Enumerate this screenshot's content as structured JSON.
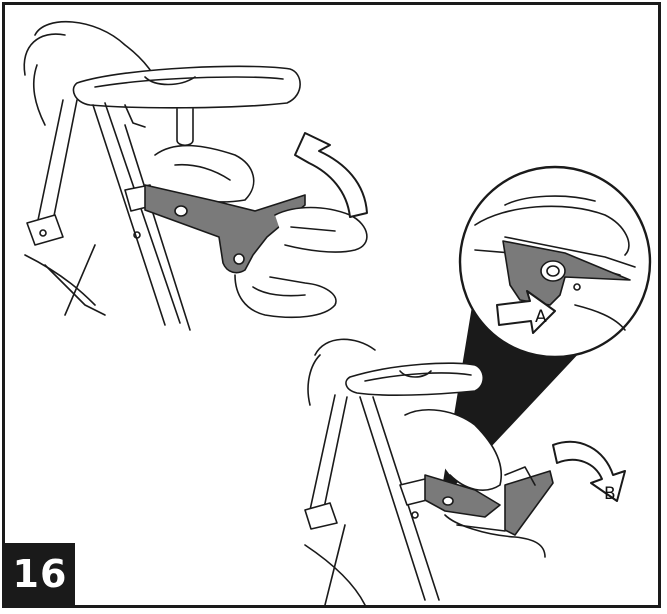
{
  "step": {
    "number": "16"
  },
  "callouts": {
    "a": "A",
    "b": "B"
  },
  "colors": {
    "frame": "#1a1a1a",
    "part": "#7a7a7a",
    "line": "#1a1a1a",
    "background": "#ffffff"
  }
}
